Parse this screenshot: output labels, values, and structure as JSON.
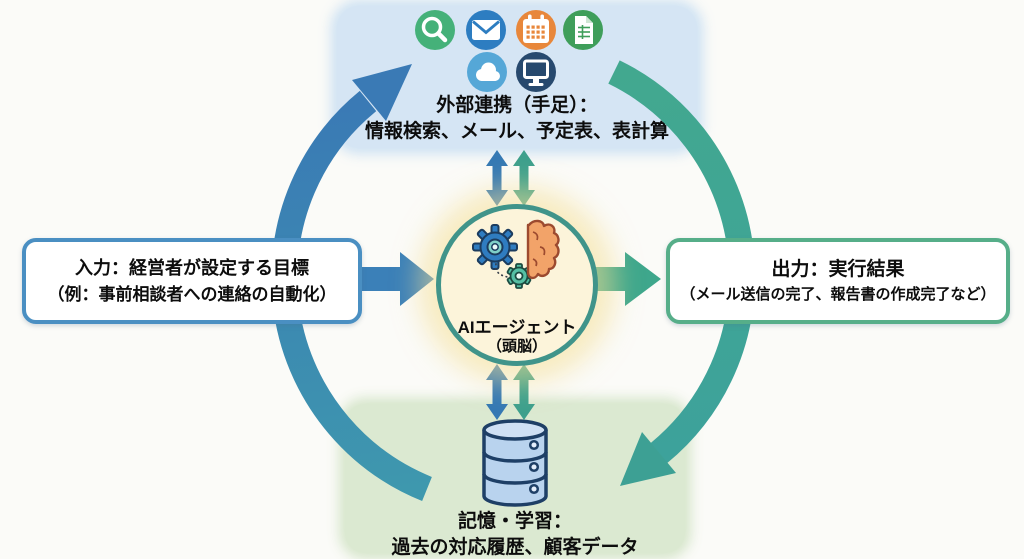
{
  "top_panel": {
    "line1": "外部連携（手足）：",
    "line2": "情報検索、メール、予定表、表計算",
    "icons": [
      "search-icon",
      "email-icon",
      "calendar-icon",
      "spreadsheet-icon",
      "cloud-icon",
      "monitor-icon"
    ]
  },
  "left_box": {
    "line1": "入力：経営者が設定する目標",
    "line2": "（例：事前相談者への連絡の自動化）"
  },
  "right_box": {
    "line1": "出力：実行結果",
    "line2": "（メール送信の完了、報告書の作成完了など）"
  },
  "center": {
    "line1": "AIエージェント",
    "line2": "（頭脳）",
    "icon": "gears-and-brain-icon"
  },
  "bottom_panel": {
    "line1": "記憶・学習：",
    "line2": "過去の対応履歴、顧客データ",
    "icon": "database-icon"
  },
  "colors": {
    "top_panel_bg": "#d5e5f4",
    "bottom_panel_bg": "#dbe9d1",
    "input_arrow_blue": "#3b80b8",
    "output_arrow_green": "#3ea78c",
    "cycle_arc_blue": "#3a7ab5",
    "cycle_arc_teal": "#3e98ae",
    "cycle_arc_green": "#42a88f",
    "agent_circle_fill": "#fcf4da",
    "agent_circle_border": "#40948a",
    "agent_glow": "#f4de94",
    "left_box_border": "#4a8fc2",
    "right_box_border": "#56ae89",
    "icon_search": "#45b179",
    "icon_email": "#2d7dc1",
    "icon_calendar": "#e8873b",
    "icon_spreadsheet": "#3f9e5a",
    "icon_cloud": "#55a7d7",
    "icon_monitor": "#27496e",
    "database_outline": "#1e3f66",
    "database_fill": "#b9d3ee"
  }
}
